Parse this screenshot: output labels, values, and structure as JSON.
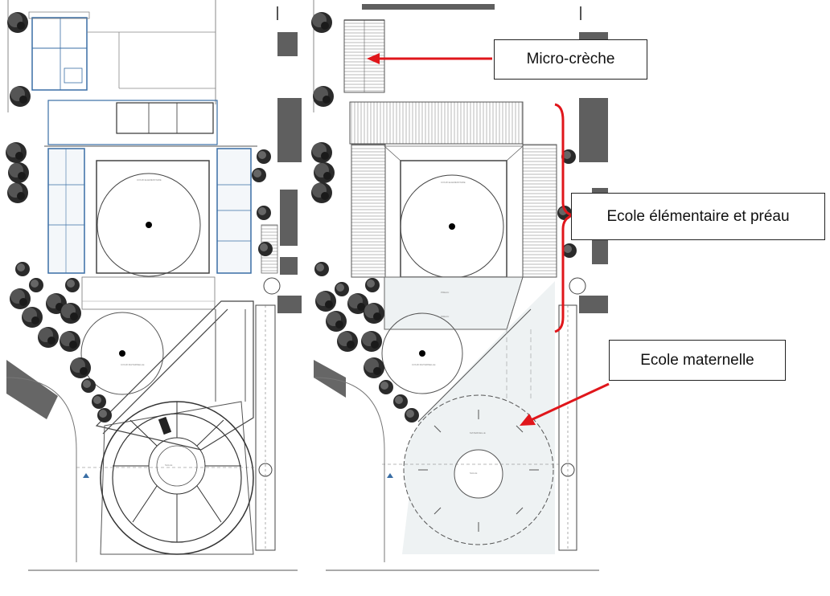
{
  "callouts": {
    "micro_creche": "Micro-crèche",
    "ecole_elementaire": "Ecole élémentaire et préau",
    "ecole_maternelle": "Ecole maternelle"
  },
  "colors": {
    "annotation_red": "#e0161b",
    "plan_line": "#555555",
    "existing_blue": "#3a6ea5",
    "tree_dark": "#222222",
    "building_grey": "#5f5f5f",
    "light_fill": "#eef2f3"
  },
  "icons": [
    "tree-icon",
    "arrow-icon",
    "north-marker-icon"
  ]
}
